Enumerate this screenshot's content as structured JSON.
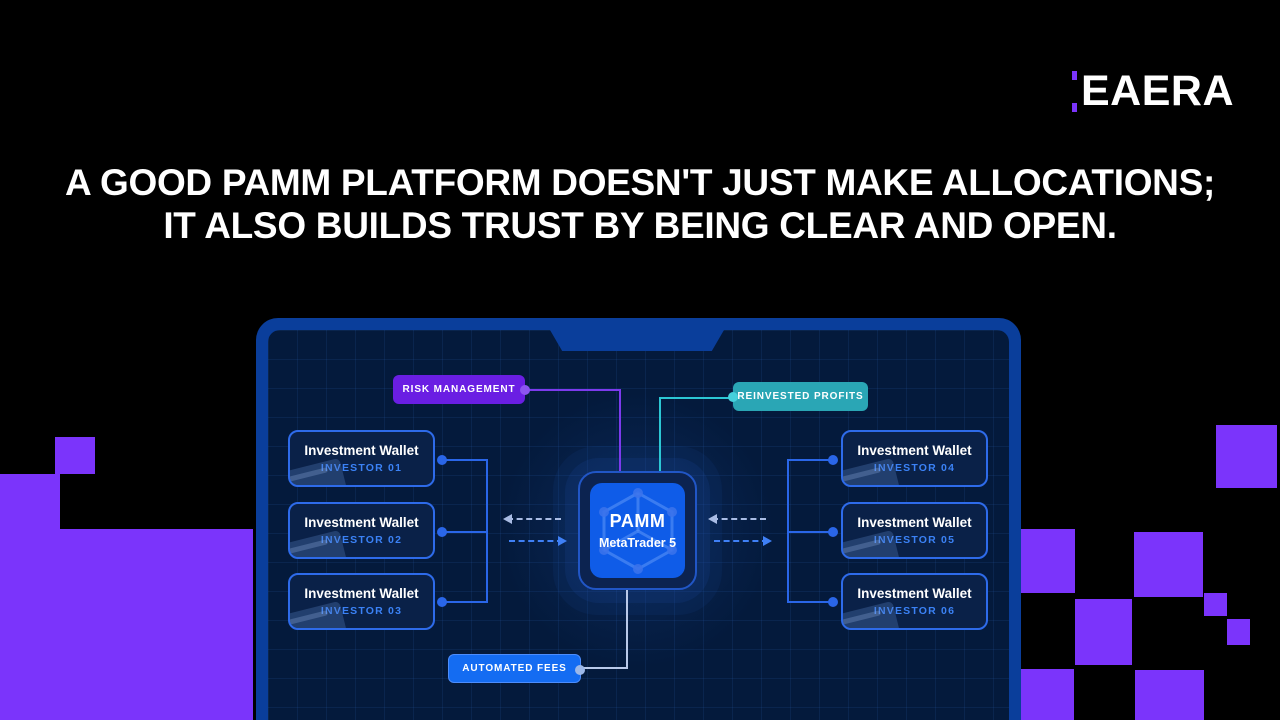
{
  "logo": {
    "text": "EAERA"
  },
  "headline": {
    "line1": "A GOOD PAMM PLATFORM DOESN'T JUST MAKE ALLOCATIONS;",
    "line2": "IT ALSO BUILDS TRUST BY BEING CLEAR AND OPEN."
  },
  "diagram": {
    "badges": {
      "risk_management": "RISK MANAGEMENT",
      "reinvested_profits": "REINVESTED PROFITS",
      "automated_fees": "AUTOMATED FEES"
    },
    "center_node": {
      "title": "PAMM",
      "subtitle": "MetaTrader 5"
    },
    "wallets_left": [
      {
        "title": "Investment Wallet",
        "subtitle": "INVESTOR 01"
      },
      {
        "title": "Investment Wallet",
        "subtitle": "INVESTOR 02"
      },
      {
        "title": "Investment Wallet",
        "subtitle": "INVESTOR 03"
      }
    ],
    "wallets_right": [
      {
        "title": "Investment Wallet",
        "subtitle": "INVESTOR 04"
      },
      {
        "title": "Investment Wallet",
        "subtitle": "INVESTOR 05"
      },
      {
        "title": "Investment Wallet",
        "subtitle": "INVESTOR 06"
      }
    ]
  },
  "colors": {
    "accent_purple": "#7b34fb",
    "badge_risk": "#6a1ee3",
    "badge_reinvested": "#2aa6b5",
    "badge_fees": "#146cf2",
    "laptop_frame": "#0a3e9b",
    "screen_navy": "#041a3c",
    "card_border": "#2e6bea",
    "investor_label": "#3b82f6",
    "connector_purple": "#7c3aed",
    "connector_teal": "#2cc7d4",
    "connector_light": "#b9c9e9",
    "connector_blue": "#2a66e8"
  }
}
